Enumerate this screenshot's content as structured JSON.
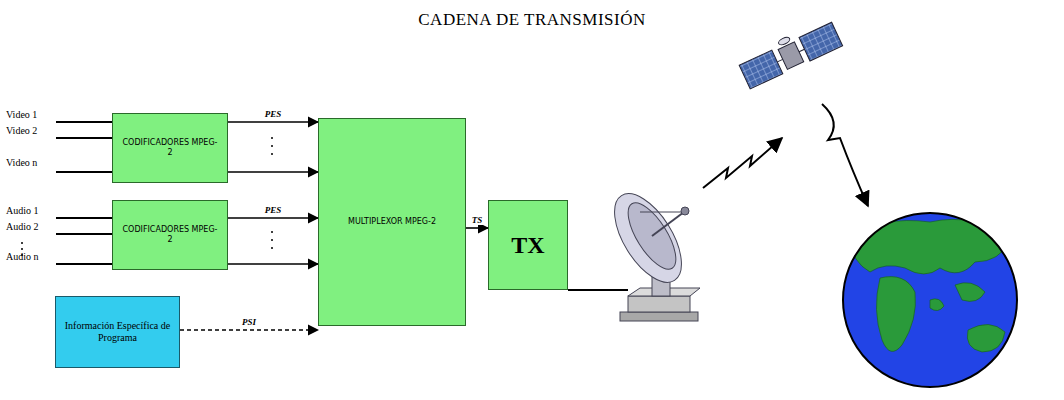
{
  "diagram": {
    "title": "CADENA DE TRANSMISIÓN",
    "nodes": [
      {
        "text": [
          "CODIFICADORES MPEG-2"
        ]
      },
      {
        "text": [
          "CODIFICADORES MPEG-2"
        ]
      },
      {
        "text": [
          "MULTIPLEXOR MPEG-2"
        ]
      },
      {
        "text": [
          "Información Específica de Programa"
        ]
      },
      {
        "text": [
          "TX"
        ]
      }
    ],
    "edges": [
      {
        "from": 0,
        "to": 2,
        "label": "PES",
        "arrow": "to"
      },
      {
        "from": 0,
        "to": 2,
        "arrow": "to"
      },
      {
        "from": 1,
        "to": 2,
        "label": "PES",
        "arrow": "to"
      },
      {
        "from": 1,
        "to": 2,
        "arrow": "to"
      },
      {
        "from": 3,
        "to": 2,
        "label": "PSI",
        "arrow": "to"
      },
      {
        "from": 2,
        "to": 4,
        "label": "TS",
        "arrow": "to"
      }
    ],
    "labels": [
      "Video 1",
      "Video 2",
      "Video n",
      "Audio 1",
      "Audio 2",
      "Audio n"
    ]
  }
}
